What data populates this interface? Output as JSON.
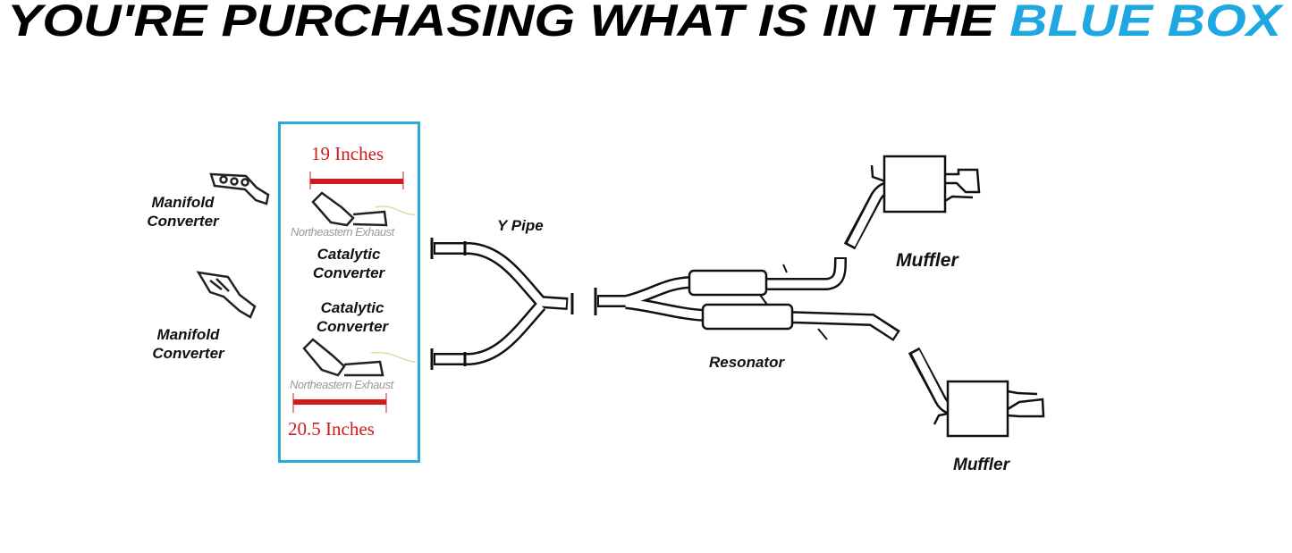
{
  "title": {
    "prefix": "YOU'RE PURCHASING WHAT IS IN THE ",
    "highlight": "BLUE BOX",
    "highlight_color": "#1ea7e1"
  },
  "labels": {
    "manifold_1": [
      "Manifold",
      "Converter"
    ],
    "manifold_2": [
      "Manifold",
      "Converter"
    ],
    "catalytic_1": [
      "Catalytic",
      "Converter"
    ],
    "catalytic_2": [
      "Catalytic",
      "Converter"
    ],
    "y_pipe": "Y Pipe",
    "resonator": "Resonator",
    "muffler_1": "Muffler",
    "muffler_2": "Muffler"
  },
  "dimensions": {
    "top": "19 Inches",
    "bottom": "20.5 Inches"
  },
  "watermarks": [
    "Northeastern Exhaust",
    "Northeastern Exhaust"
  ],
  "colors": {
    "box": "#29a9dc",
    "dimension": "#d11a1a"
  }
}
